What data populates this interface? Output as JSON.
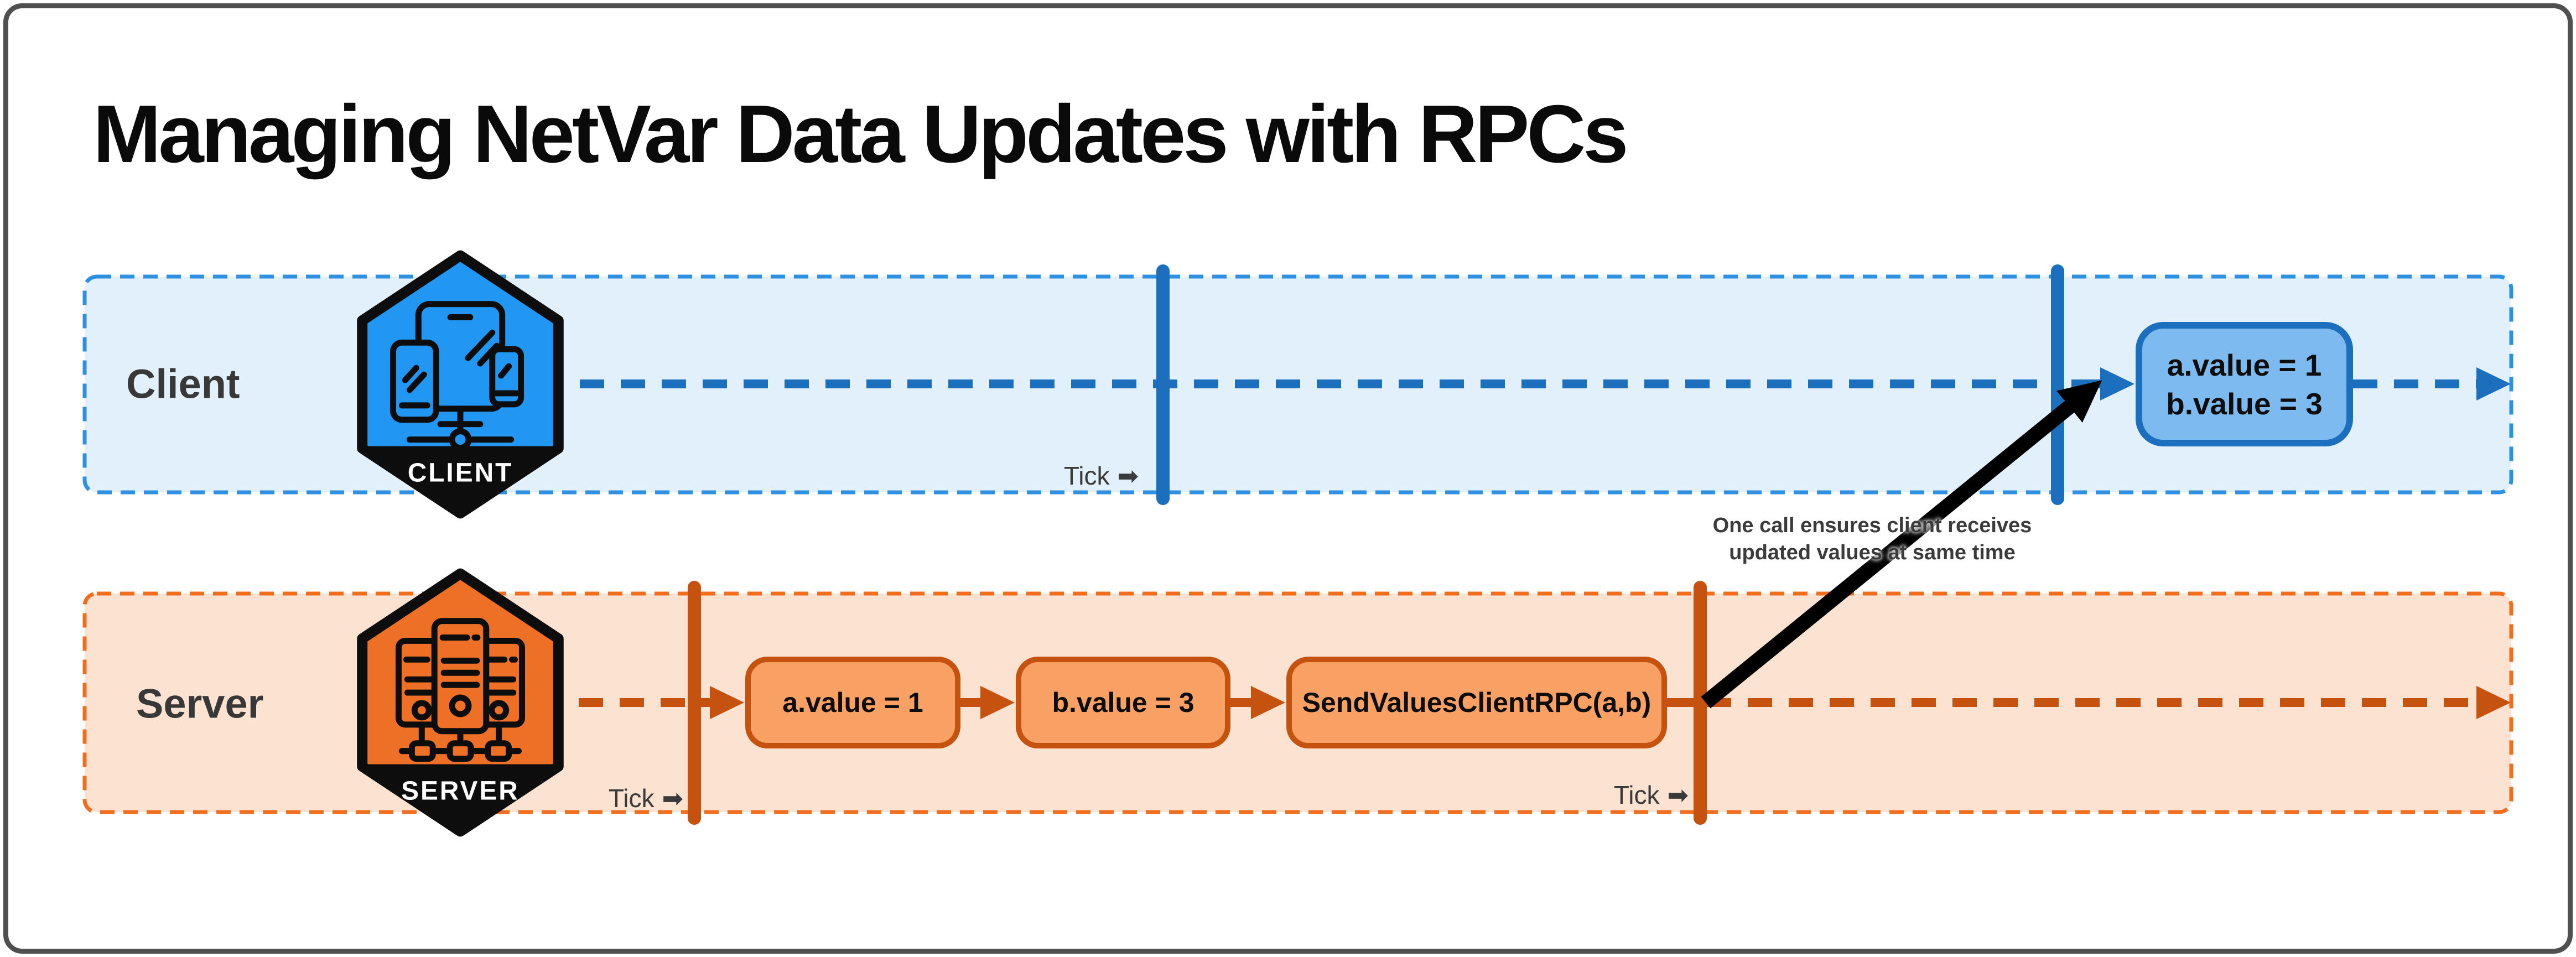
{
  "title": "Managing NetVar Data Updates with RPCs",
  "lanes": {
    "client": {
      "label": "Client",
      "badge": "CLIENT",
      "fill": "#e1f0fb",
      "border": "#2e90e2",
      "timeline": "#1b6fbc",
      "hex_fill": "#2196f3"
    },
    "server": {
      "label": "Server",
      "badge": "SERVER",
      "fill": "#fce2d1",
      "border": "#f06e1e",
      "timeline": "#c5520f",
      "hex_fill": "#ee6f26"
    }
  },
  "client": {
    "result_box": {
      "line1": "a.value = 1",
      "line2": "b.value = 3",
      "fill": "#7dbaef",
      "border": "#1b6fbc"
    }
  },
  "server": {
    "events": [
      {
        "label": "a.value = 1"
      },
      {
        "label": "b.value = 3"
      },
      {
        "label": "SendValuesClientRPC(a,b)"
      }
    ],
    "box_fill": "#f9a165",
    "box_border": "#c5520f"
  },
  "ticks": {
    "label": "Tick",
    "arrow_glyph": "➡"
  },
  "annotation": {
    "line1": "One call ensures client receives",
    "line2": "updated values at same time"
  }
}
